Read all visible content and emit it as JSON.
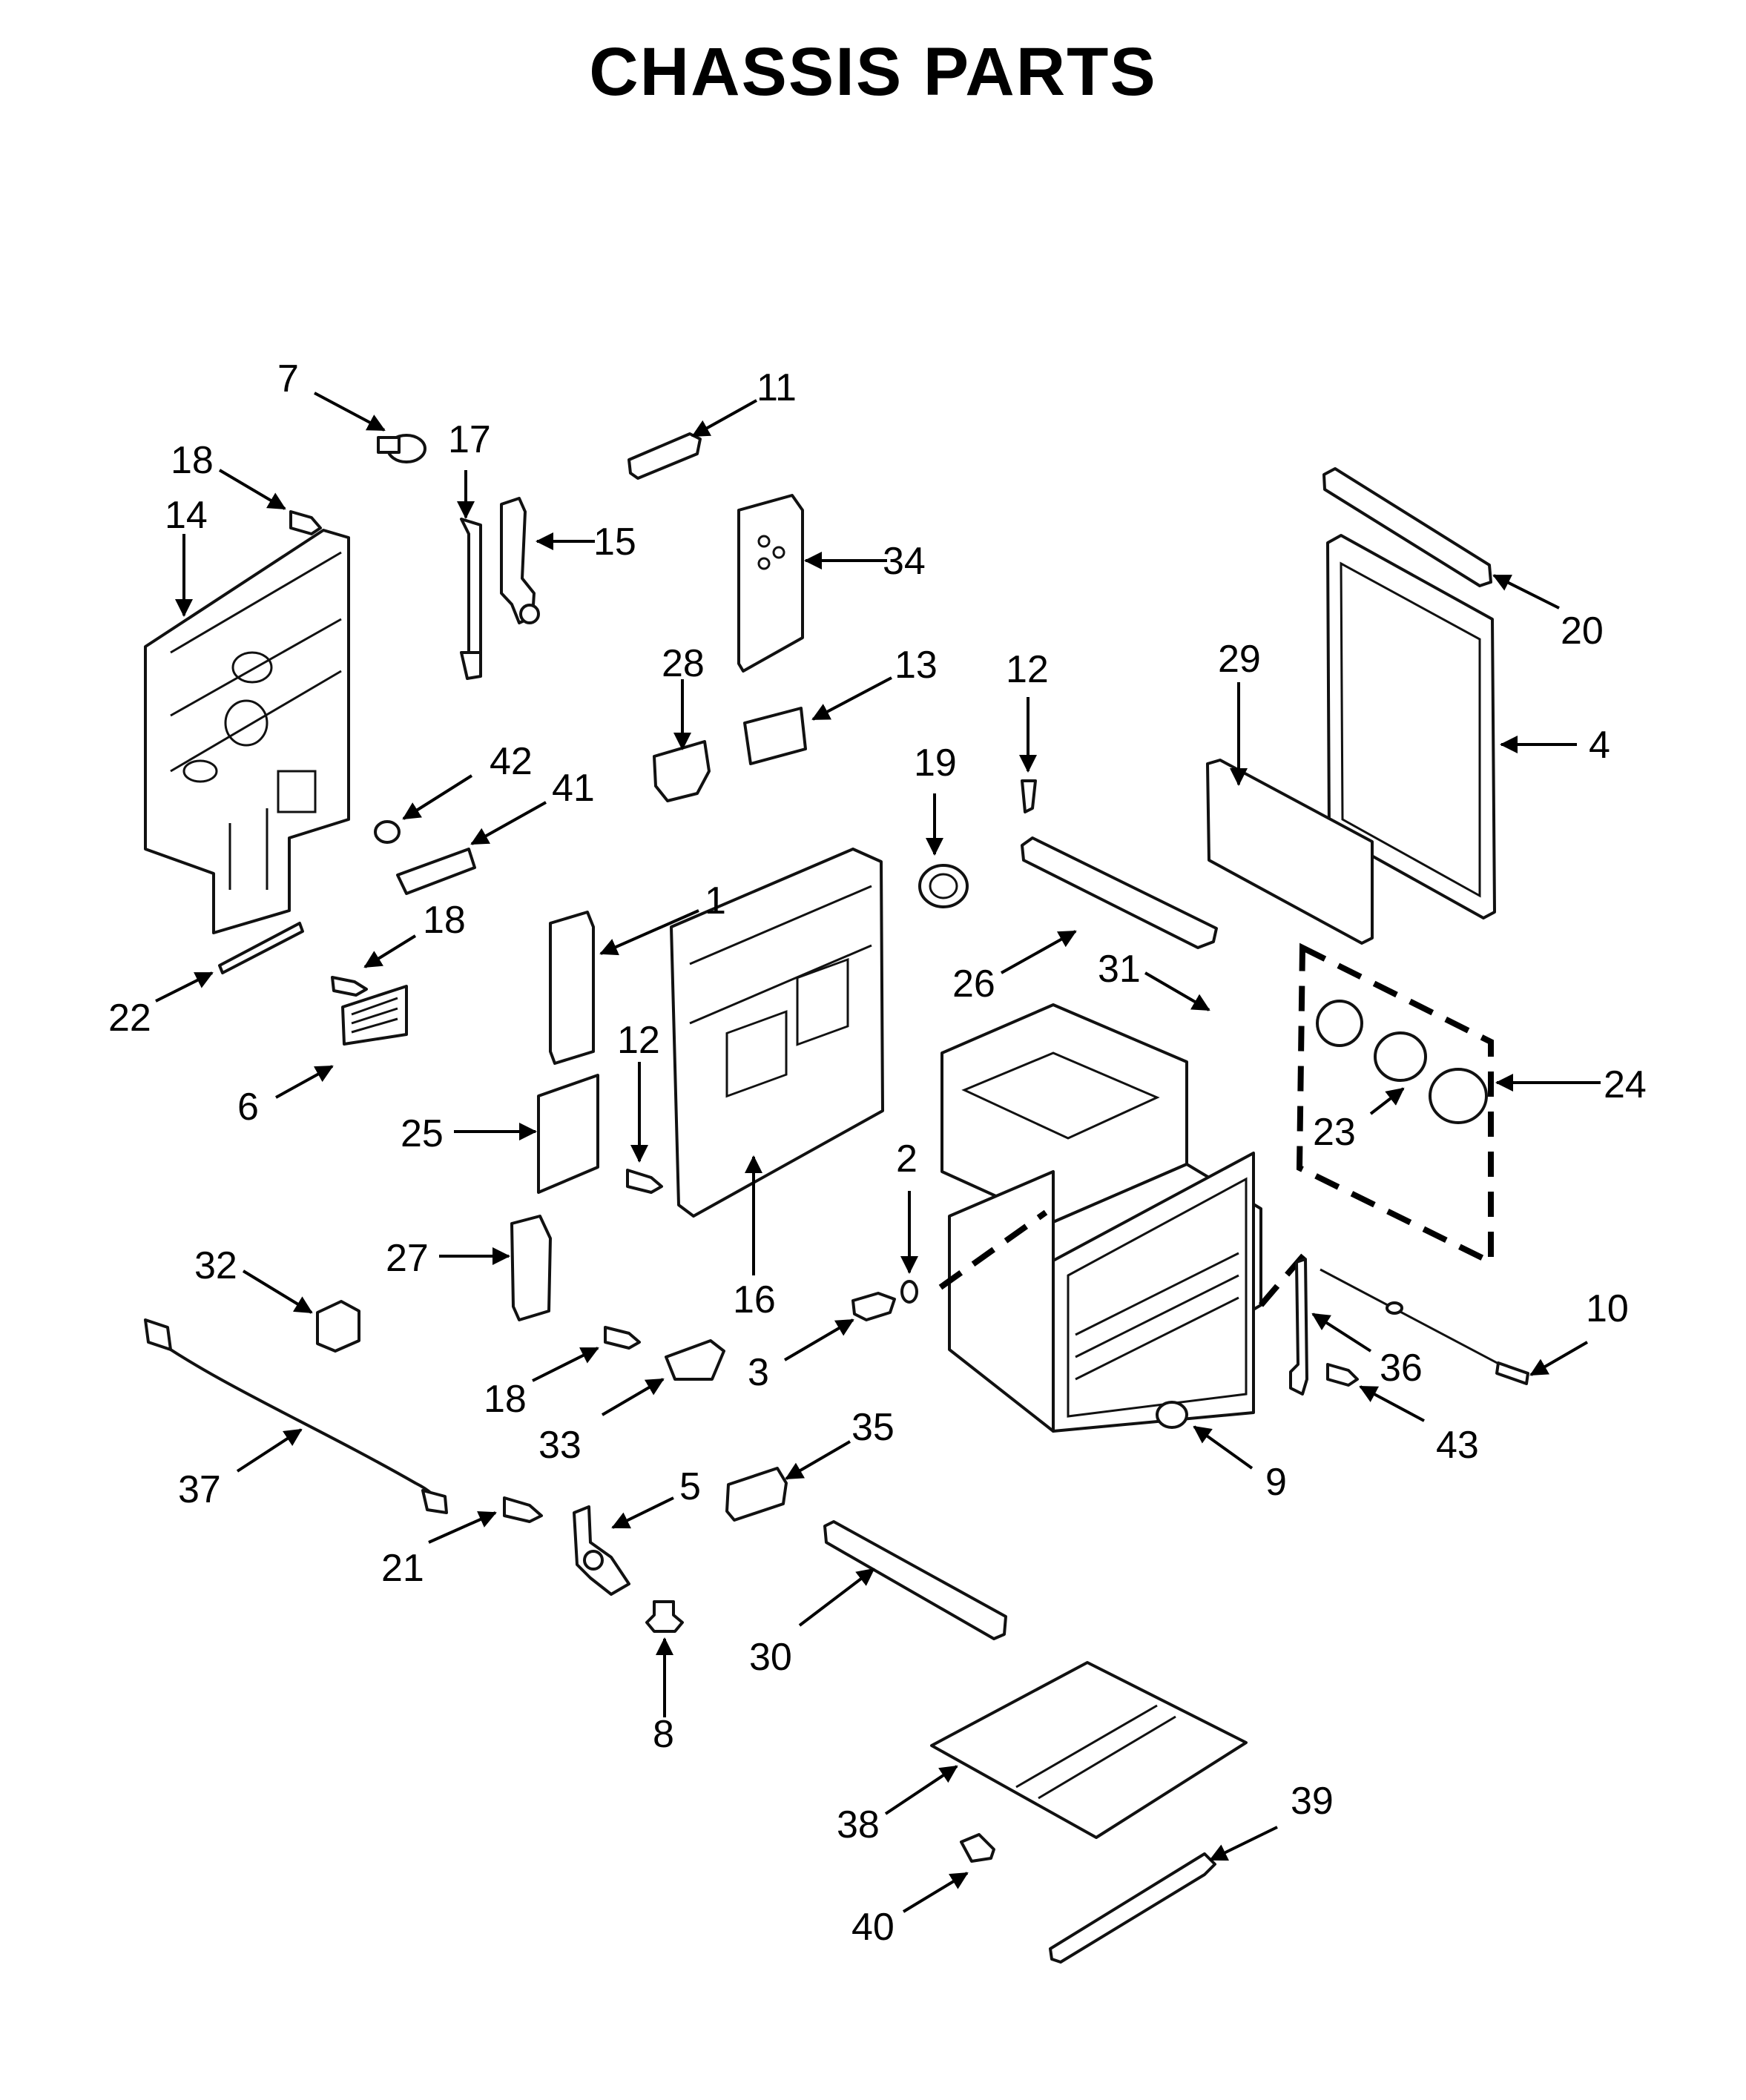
{
  "title": "CHASSIS PARTS",
  "callouts": [
    {
      "id": "c1",
      "label": "1"
    },
    {
      "id": "c2",
      "label": "2"
    },
    {
      "id": "c3",
      "label": "3"
    },
    {
      "id": "c4",
      "label": "4"
    },
    {
      "id": "c5",
      "label": "5"
    },
    {
      "id": "c6",
      "label": "6"
    },
    {
      "id": "c7",
      "label": "7"
    },
    {
      "id": "c8",
      "label": "8"
    },
    {
      "id": "c9",
      "label": "9"
    },
    {
      "id": "c10",
      "label": "10"
    },
    {
      "id": "c11",
      "label": "11"
    },
    {
      "id": "c12a",
      "label": "12"
    },
    {
      "id": "c12b",
      "label": "12"
    },
    {
      "id": "c13",
      "label": "13"
    },
    {
      "id": "c14",
      "label": "14"
    },
    {
      "id": "c15",
      "label": "15"
    },
    {
      "id": "c16",
      "label": "16"
    },
    {
      "id": "c17",
      "label": "17"
    },
    {
      "id": "c18a",
      "label": "18"
    },
    {
      "id": "c18b",
      "label": "18"
    },
    {
      "id": "c18c",
      "label": "18"
    },
    {
      "id": "c19",
      "label": "19"
    },
    {
      "id": "c20",
      "label": "20"
    },
    {
      "id": "c21",
      "label": "21"
    },
    {
      "id": "c22",
      "label": "22"
    },
    {
      "id": "c23",
      "label": "23"
    },
    {
      "id": "c24",
      "label": "24"
    },
    {
      "id": "c25",
      "label": "25"
    },
    {
      "id": "c26",
      "label": "26"
    },
    {
      "id": "c27",
      "label": "27"
    },
    {
      "id": "c28",
      "label": "28"
    },
    {
      "id": "c29",
      "label": "29"
    },
    {
      "id": "c30",
      "label": "30"
    },
    {
      "id": "c31",
      "label": "31"
    },
    {
      "id": "c32",
      "label": "32"
    },
    {
      "id": "c33",
      "label": "33"
    },
    {
      "id": "c34",
      "label": "34"
    },
    {
      "id": "c35",
      "label": "35"
    },
    {
      "id": "c36",
      "label": "36"
    },
    {
      "id": "c37",
      "label": "37"
    },
    {
      "id": "c38",
      "label": "38"
    },
    {
      "id": "c39",
      "label": "39"
    },
    {
      "id": "c40",
      "label": "40"
    },
    {
      "id": "c41",
      "label": "41"
    },
    {
      "id": "c42",
      "label": "42"
    },
    {
      "id": "c43",
      "label": "43"
    }
  ]
}
